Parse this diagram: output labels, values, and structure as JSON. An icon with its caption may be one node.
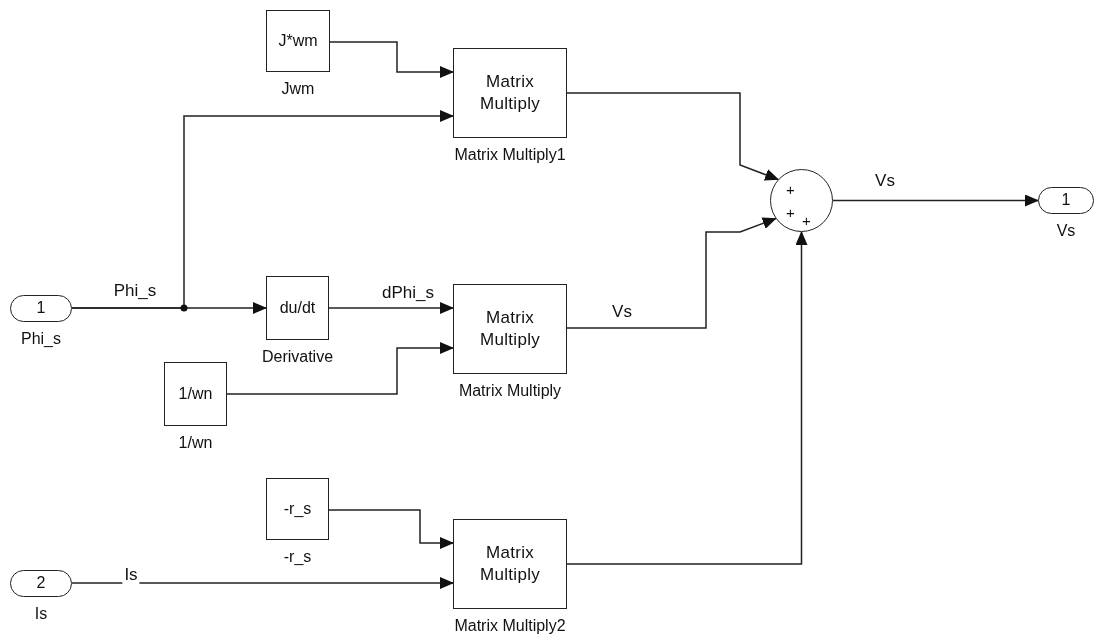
{
  "diagram": {
    "nodes": [
      {
        "text": [
          "J*wm"
        ],
        "beside": [
          "Jwm"
        ]
      },
      {
        "text": [
          "Matrix Multiply"
        ],
        "beside": [
          "Matrix Multiply1"
        ]
      },
      {
        "text": [
          "+",
          "+",
          "+"
        ]
      },
      {
        "text": [
          "1"
        ],
        "beside": [
          "Vs"
        ]
      },
      {
        "text": [
          "1"
        ],
        "beside": [
          "Phi_s"
        ]
      },
      {
        "text": [
          "du/dt"
        ],
        "beside": [
          "Derivative"
        ]
      },
      {
        "text": [
          "Matrix Multiply"
        ],
        "beside": [
          "Matrix Multiply"
        ]
      },
      {
        "text": [
          "1/wn"
        ],
        "beside": [
          "1/wn"
        ]
      },
      {
        "text": [
          "-r_s"
        ],
        "beside": [
          "-r_s"
        ]
      },
      {
        "text": [
          "Matrix Multiply"
        ],
        "beside": [
          "Matrix Multiply2"
        ]
      },
      {
        "text": [
          "2"
        ],
        "beside": [
          "Is"
        ]
      }
    ],
    "edges": [
      {
        "from": 0,
        "to": 1,
        "arrow": "to"
      },
      {
        "from": 4,
        "to": 1,
        "arrow": "to"
      },
      {
        "from": 4,
        "to": 5,
        "arrow": "to",
        "label": "Phi_s"
      },
      {
        "from": 5,
        "to": 6,
        "arrow": "to",
        "label": "dPhi_s"
      },
      {
        "from": 7,
        "to": 6,
        "arrow": "to"
      },
      {
        "from": 1,
        "to": 2,
        "arrow": "to"
      },
      {
        "from": 6,
        "to": 2,
        "arrow": "to",
        "label": "Vs"
      },
      {
        "from": 9,
        "to": 2,
        "arrow": "to"
      },
      {
        "from": 2,
        "to": 3,
        "arrow": "to",
        "label": "Vs"
      },
      {
        "from": 8,
        "to": 9,
        "arrow": "to"
      },
      {
        "from": 10,
        "to": 9,
        "arrow": "to",
        "label": "Is"
      }
    ]
  }
}
